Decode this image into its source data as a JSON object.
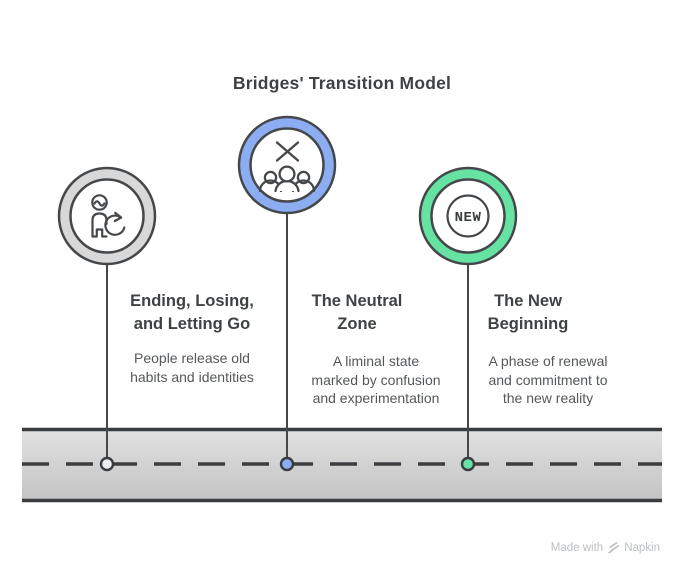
{
  "title": "Bridges' Transition Model",
  "colors": {
    "stroke_dark": "#45484b",
    "road_border": "#3a3d40",
    "heading_text": "#3f4245",
    "body_text": "#55585b",
    "watermark_text": "#bcbfc2"
  },
  "stages": [
    {
      "id": "ending-losing-letting-go",
      "heading_lines": [
        "Ending, Losing,",
        "and Letting Go"
      ],
      "body_lines": [
        "People release old",
        "habits and identities"
      ],
      "icon": "person-refresh-icon",
      "ring_color": "#d8d8d8",
      "node_color": "#ededed"
    },
    {
      "id": "neutral-zone",
      "heading_lines": [
        "The Neutral",
        "Zone"
      ],
      "body_lines": [
        "A liminal state",
        "marked by confusion",
        "and experimentation"
      ],
      "icon": "confusion-group-icon",
      "ring_color": "#8dadf2",
      "node_color": "#8dadf2"
    },
    {
      "id": "new-beginning",
      "heading_lines": [
        "The New",
        "Beginning"
      ],
      "body_lines": [
        "A phase of renewal",
        "and commitment to",
        "the new reality"
      ],
      "icon": "new-badge-icon",
      "icon_text": "NEW",
      "ring_color": "#66e2a3",
      "node_color": "#66e2a3"
    }
  ],
  "watermark": {
    "prefix": "Made with",
    "brand": "Napkin"
  }
}
